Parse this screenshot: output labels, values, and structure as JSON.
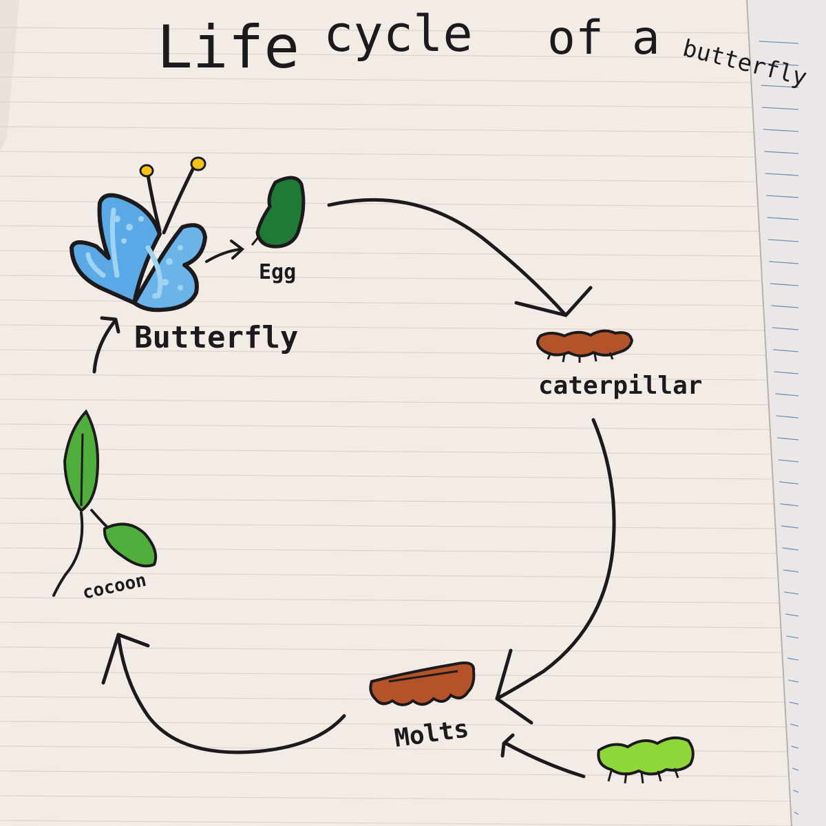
{
  "title": {
    "part1": "Life",
    "part2": "cycle",
    "part3": "of a",
    "part4": "butterfly"
  },
  "stages": {
    "butterfly": "Butterfly",
    "egg": "Egg",
    "caterpillar": "caterpillar",
    "molts": "Molts",
    "cocoon": "cocoon"
  },
  "colors": {
    "paper": "#f3ebe6",
    "ink": "#1c1a1c",
    "wing_blue": "#5aa9e6",
    "wing_light": "#9fd3f2",
    "egg_green": "#1e7a35",
    "leaf_green": "#4fae3c",
    "caterpillar_brown": "#b4532a",
    "lime_green": "#8fd63a",
    "antenna_yellow": "#f2c418"
  },
  "icons": [
    "butterfly-icon",
    "egg-icon",
    "caterpillar-icon",
    "molting-skin-icon",
    "green-caterpillar-icon",
    "leaf-cocoon-icon"
  ]
}
